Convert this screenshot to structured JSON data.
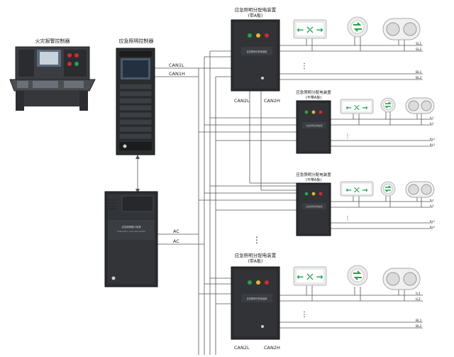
{
  "title_fire": "火灾报警控制器",
  "title_controller": "应急照明控制器",
  "dist_title_a": "应急照明分配电装置",
  "dist_title_a_sub": "(带A板)",
  "dist_title_b": "应急照明分配电装置",
  "dist_title_b_sub": "(不带A板)",
  "dist_panel_text": "应急照明分配电装置",
  "can1l": "CAN1L",
  "can1h": "CAN1H",
  "can2l": "CAN2L",
  "can2h": "CAN2H",
  "ac": "AC",
  "exit_sign_text": "←  ⛌  →",
  "ellipsis": "⋮",
  "circuit_sl1": "SL1",
  "circuit_sl2": "SL2",
  "circuit_bl1": "BL1",
  "circuit_bl2": "BL2",
  "circuit_il1": "IL1",
  "circuit_il2": "IL2",
  "power_panel_line1": "应急照明集中电源",
  "power_panel_line2": "EMERGENCY LIGHTING POWER",
  "colors": {
    "line": "#555555",
    "cabinet": "#2b2d30",
    "cabinet_dark": "#1b1c1e",
    "green": "#1fa64a",
    "red": "#d42a2a",
    "yellow": "#e5b52a",
    "sign_bg": "#e9ecea"
  }
}
